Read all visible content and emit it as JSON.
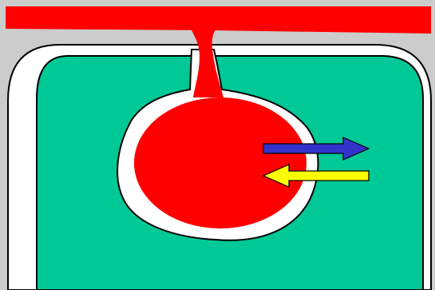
{
  "colors": {
    "background": "#cccccc",
    "outer_blob": "#ff0000",
    "cell_wall": "#ffffff",
    "cytoplasm": "#00c896",
    "membrane_gap": "#ffffff",
    "outline": "#000000",
    "arrow_out": "#3333cc",
    "arrow_in": "#ffff00"
  },
  "shapes": {
    "top_band": "red-band",
    "stalk": "red-stalk",
    "vesicle": "red-ellipse",
    "arrow_out": "blue-arrow-right",
    "arrow_in": "yellow-arrow-left"
  }
}
